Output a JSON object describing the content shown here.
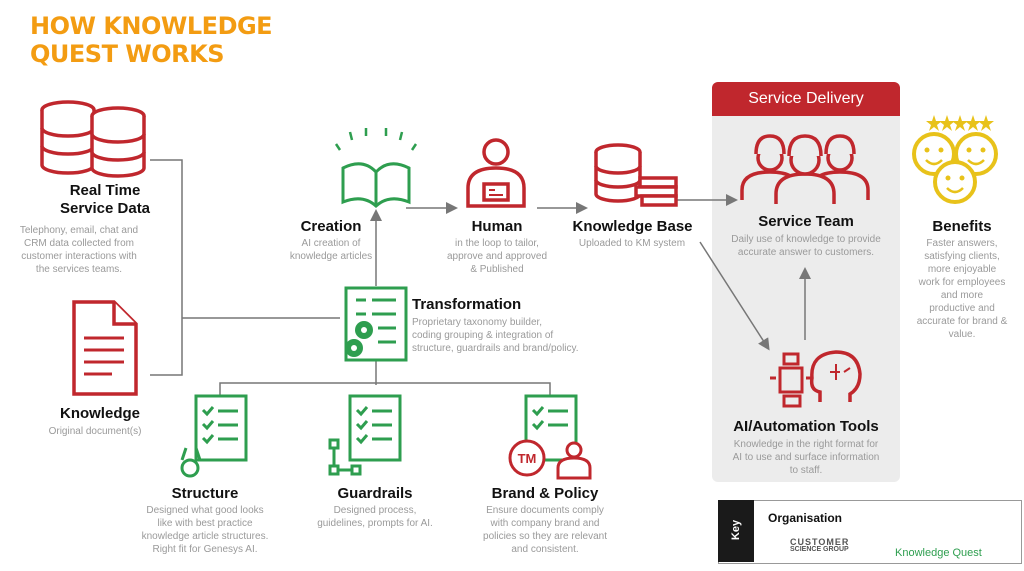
{
  "title": {
    "line1": "HOW KNOWLEDGE",
    "line2": "QUEST WORKS"
  },
  "colors": {
    "red": "#c0272d",
    "green": "#2e9e4f",
    "orange": "#f39c12",
    "grey_text": "#9a9a9a",
    "connector": "#777777",
    "gold": "#e8c21a"
  },
  "nodes": {
    "realtime": {
      "label_line1": "Real Time",
      "label_line2": "Service Data",
      "desc": [
        "Telephony, email, chat and",
        "CRM data collected from",
        "customer interactions with",
        "the services teams."
      ]
    },
    "knowledge": {
      "label": "Knowledge",
      "desc": [
        "Original document(s)"
      ]
    },
    "creation": {
      "label": "Creation",
      "desc": [
        "AI creation of",
        "knowledge articles"
      ]
    },
    "human": {
      "label": "Human",
      "desc": [
        "in the loop to tailor,",
        "approve and approved",
        "& Published"
      ]
    },
    "kb": {
      "label": "Knowledge Base",
      "desc": [
        "Uploaded to KM system"
      ]
    },
    "transformation": {
      "label": "Transformation",
      "desc": [
        "Proprietary taxonomy builder,",
        "coding grouping & integration of",
        "structure, guardrails and brand/policy."
      ]
    },
    "structure": {
      "label": "Structure",
      "desc": [
        "Designed what good looks",
        "like with best practice",
        "knowledge article structures.",
        "Right fit for Genesys AI."
      ]
    },
    "guardrails": {
      "label": "Guardrails",
      "desc": [
        "Designed process,",
        "guidelines, prompts for AI."
      ]
    },
    "brand": {
      "label": "Brand & Policy",
      "desc": [
        "Ensure documents comply",
        "with company brand and",
        "policies so they are relevant",
        "and consistent."
      ]
    },
    "service_team": {
      "label": "Service Team",
      "desc": [
        "Daily use of knowledge to provide",
        "accurate answer to customers."
      ]
    },
    "ai_tools": {
      "label": "AI/Automation Tools",
      "desc": [
        "Knowledge in the right format for",
        "AI to use and surface information",
        "to staff."
      ]
    },
    "benefits": {
      "label": "Benefits",
      "desc": [
        "Faster answers,",
        "satisfying clients,",
        "more enjoyable",
        "work for employees",
        "and more",
        "productive and",
        "accurate for brand &",
        "value."
      ]
    }
  },
  "service_delivery": {
    "title": "Service Delivery"
  },
  "key": {
    "tab": "Key",
    "organisation": "Organisation",
    "kq": "Knowledge Quest",
    "logo_line1": "CUSTOMER",
    "logo_line2": "SCIENCE GROUP",
    "tm": "TM"
  }
}
